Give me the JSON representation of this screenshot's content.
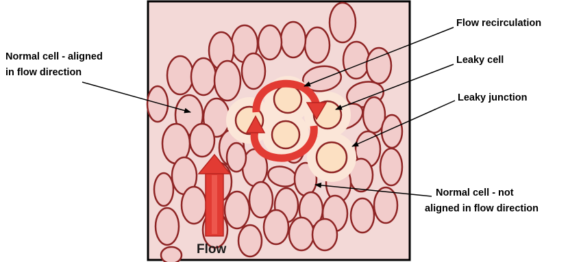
{
  "labels": {
    "normal_aligned": [
      "Normal cell - aligned",
      "in flow direction"
    ],
    "flow_recirculation": "Flow recirculation",
    "leaky_cell": "Leaky cell",
    "leaky_junction": "Leaky junction",
    "normal_not_aligned": [
      "Normal cell - not",
      "aligned in flow direction"
    ],
    "flow": "Flow"
  },
  "colors": {
    "background": "#f3d9d7",
    "normal_cell_fill": "#f2cccb",
    "normal_cell_stroke": "#8e2424",
    "leaky_halo": "#fbe6d8",
    "leaky_cell_fill": "#fce0c2",
    "arrow_red": "#e23b33",
    "arrow_dark": "#b7231e"
  }
}
